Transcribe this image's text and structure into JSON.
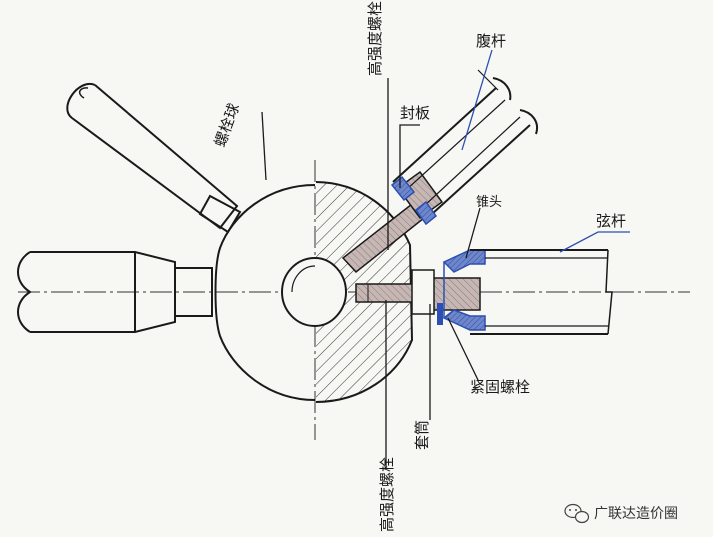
{
  "labels": {
    "bolt_ball": "螺栓球",
    "high_strength_bolt_top": "高强度螺栓",
    "web_member": "腹杆",
    "seal_plate": "封板",
    "cone_head": "锥头",
    "chord_member": "弦杆",
    "fastening_bolt": "紧固螺栓",
    "sleeve": "套筒",
    "high_strength_bolt_bottom": "高强度螺栓"
  },
  "watermark": {
    "text": "广联达造价圈",
    "icon": "wechat-icon"
  },
  "colors": {
    "ink": "#1a1a1a",
    "blue": "#2b4fb3",
    "hatch": "#222222",
    "bolt_fill": "#b9a9a6"
  }
}
